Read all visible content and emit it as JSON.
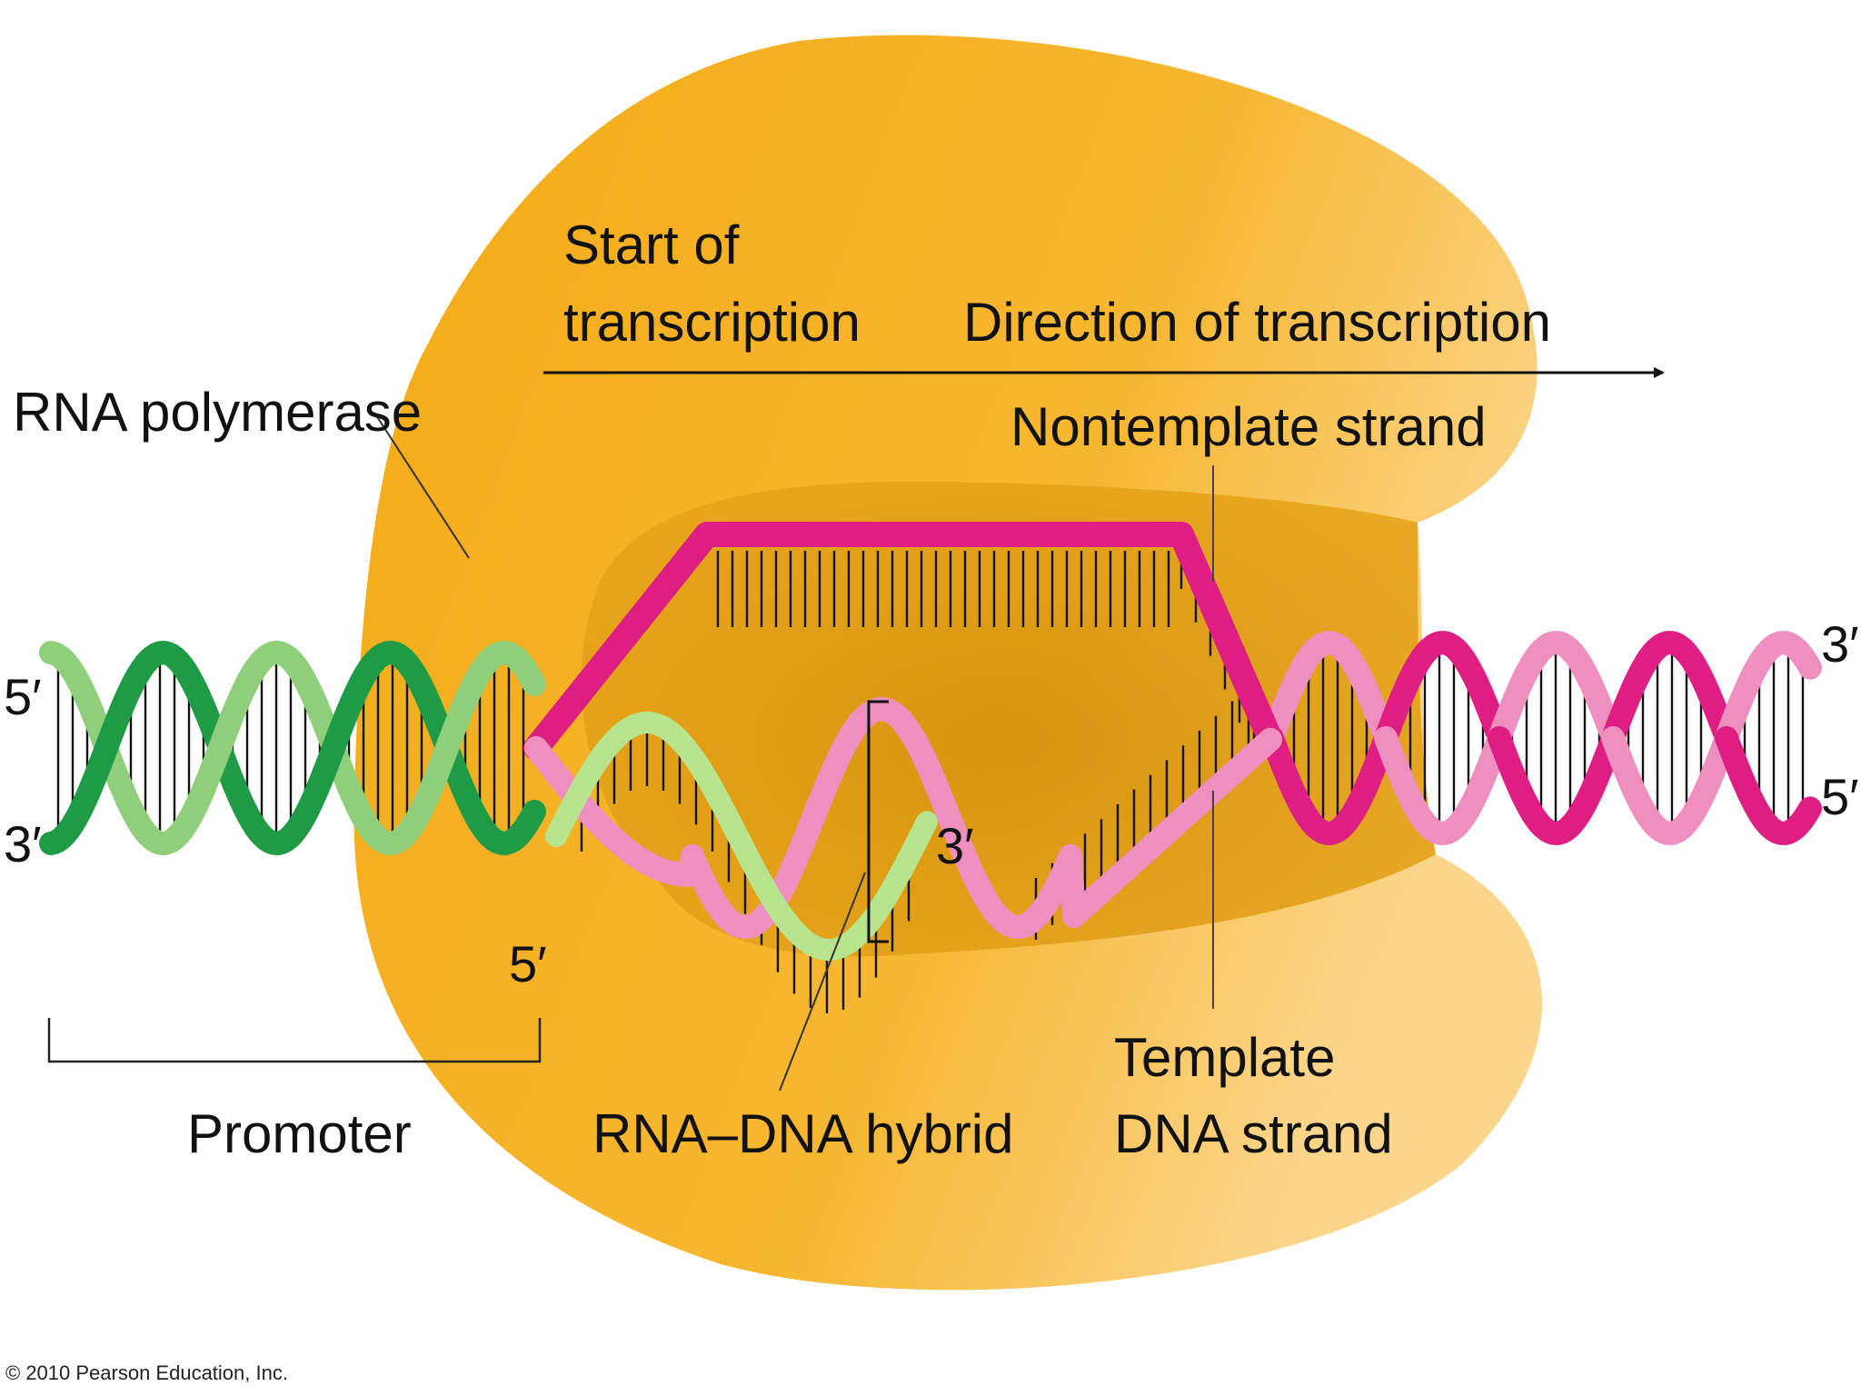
{
  "labels": {
    "start_line1": "Start of",
    "start_line2": "transcription",
    "direction": "Direction of transcription",
    "rna_polymerase": "RNA polymerase",
    "nontemplate": "Nontemplate strand",
    "template_line1": "Template",
    "template_line2": "DNA strand",
    "promoter": "Promoter",
    "hybrid": "RNA–DNA hybrid",
    "left_top_end": "5′",
    "left_bottom_end": "3′",
    "right_top_end": "3′",
    "right_bottom_end": "5′",
    "rna_3_end": "3′",
    "rna_5_end": "5′"
  },
  "copyright": "© 2010 Pearson Education, Inc.",
  "colors": {
    "polymerase": "#f5b021",
    "polymerase_light": "#fbcf72",
    "bubble": "#d8960f",
    "dna_green_dark": "#1f9b45",
    "dna_green_light": "#8fcf7c",
    "dna_magenta": "#de1e82",
    "dna_pink_light": "#ee8fc0",
    "rna_green": "#b9e48e"
  }
}
